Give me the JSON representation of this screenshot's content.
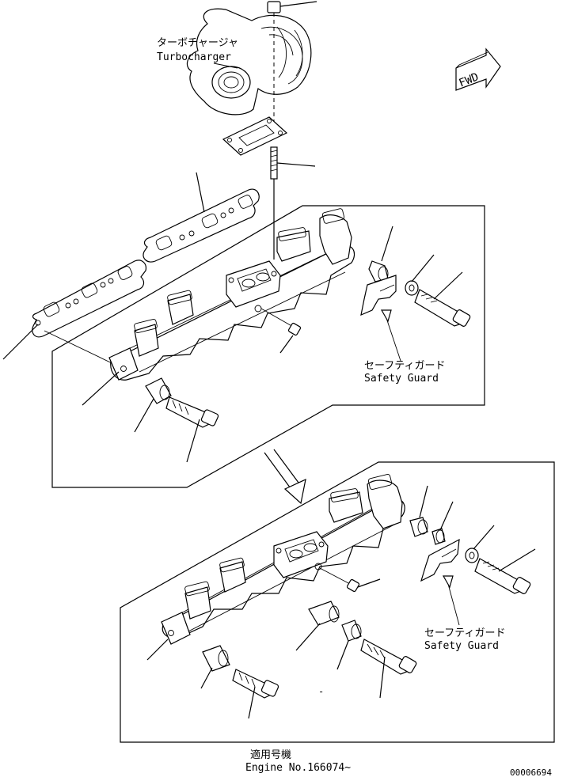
{
  "labels": {
    "turbocharger_jp": "ターボチャージャ",
    "turbocharger_en": "Turbocharger",
    "fwd": "FWD",
    "safety_guard_jp_upper": "セーフティガード",
    "safety_guard_en_upper": "Safety Guard",
    "safety_guard_jp_lower": "セーフティガード",
    "safety_guard_en_lower": "Safety Guard",
    "applicable_jp": "適用号機",
    "engine_no": "Engine No.166074~",
    "drawing_number": "00006694",
    "dash_mark": "-"
  }
}
